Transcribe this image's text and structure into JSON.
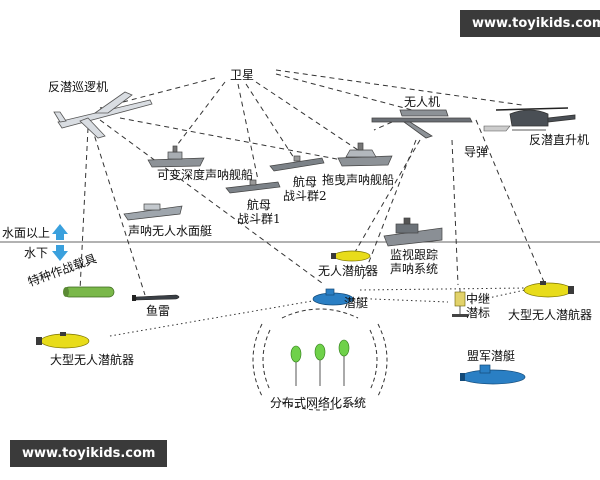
{
  "watermark_top": "www.toyikids.com",
  "watermark_bottom": "www.toyikids.com",
  "nodes": {
    "satellite": "卫星",
    "asw_patrol_aircraft": "反潜巡逻机",
    "uav": "无人机",
    "asw_helicopter": "反潜直升机",
    "missile": "导弹",
    "vds_ship": "可变深度声呐舰船",
    "carrier_group_1_line1": "航母",
    "carrier_group_1_line2": "战斗群1",
    "carrier_group_2_line1": "航母",
    "carrier_group_2_line2": "战斗群2",
    "towed_sonar_ship": "拖曳声呐舰船",
    "sonar_usv": "声呐无人水面艇",
    "surveillance_line1": "监视跟踪",
    "surveillance_line2": "声呐系统",
    "uuv": "无人潜航器",
    "special_payload": "特种作战载具",
    "torpedo": "鱼雷",
    "submarine": "潜艇",
    "relay_buoy_line1": "中继",
    "relay_buoy_line2": "潜标",
    "large_uuv_left": "大型无人潜航器",
    "large_uuv_right": "大型无人潜航器",
    "allied_submarine": "盟军潜艇",
    "distributed_network": "分布式网络化系统",
    "above_water": "水面以上",
    "below_water": "水下"
  },
  "colors": {
    "waterline": "#666666",
    "arrow": "#3aa0dd",
    "sub_blue": "#2a7fc4",
    "uuv_yellow": "#e8dc1a",
    "buoy_green": "#6fd14a",
    "ship_gray": "#8d9297"
  }
}
